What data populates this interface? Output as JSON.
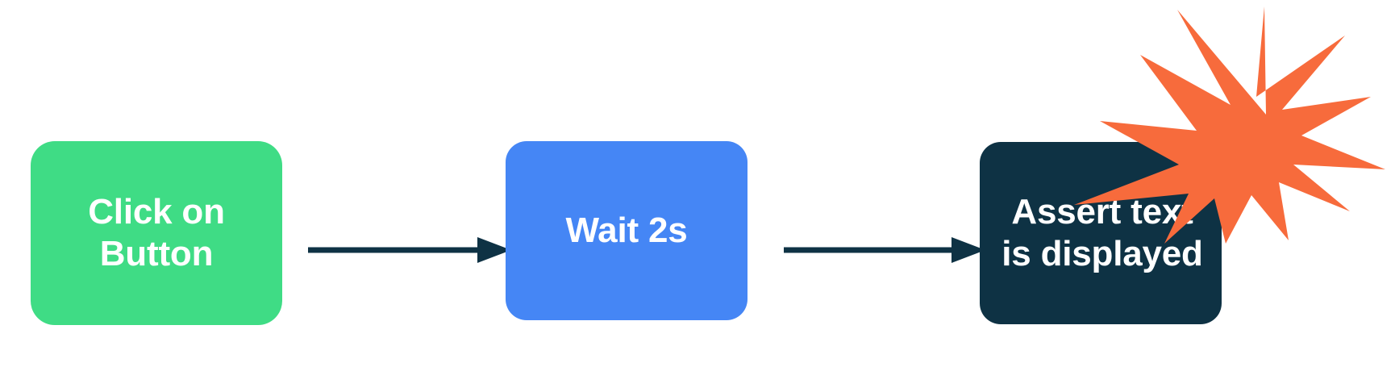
{
  "diagram": {
    "title": "",
    "type": "flowchart",
    "background_color": "#FFFFFF",
    "nodes": [
      {
        "id": "click-on-button",
        "label": "Click on\nButton",
        "color": "#3FDC85",
        "text_color": "#FFFFFF",
        "shape": "rounded-rectangle"
      },
      {
        "id": "wait-2s",
        "label": "Wait 2s",
        "color": "#4586F5",
        "text_color": "#FFFFFF",
        "shape": "rounded-rectangle"
      },
      {
        "id": "assert-text-is-displayed",
        "label": "Assert text\nis displayed",
        "color": "#0E3244",
        "text_color": "#FFFFFF",
        "shape": "rounded-rectangle"
      }
    ],
    "connectors": [
      {
        "id": "arrow-1",
        "from": "click-on-button",
        "to": "wait-2s",
        "color": "#0E3244",
        "style": "solid-arrow"
      },
      {
        "id": "arrow-2",
        "from": "wait-2s",
        "to": "assert-text-is-displayed",
        "color": "#0E3244",
        "style": "solid-arrow"
      }
    ],
    "decorations": [
      {
        "id": "starburst",
        "name": "explosion-starburst",
        "color": "#F76B3C",
        "points": 12,
        "attached_to": "assert-text-is-displayed"
      }
    ]
  }
}
